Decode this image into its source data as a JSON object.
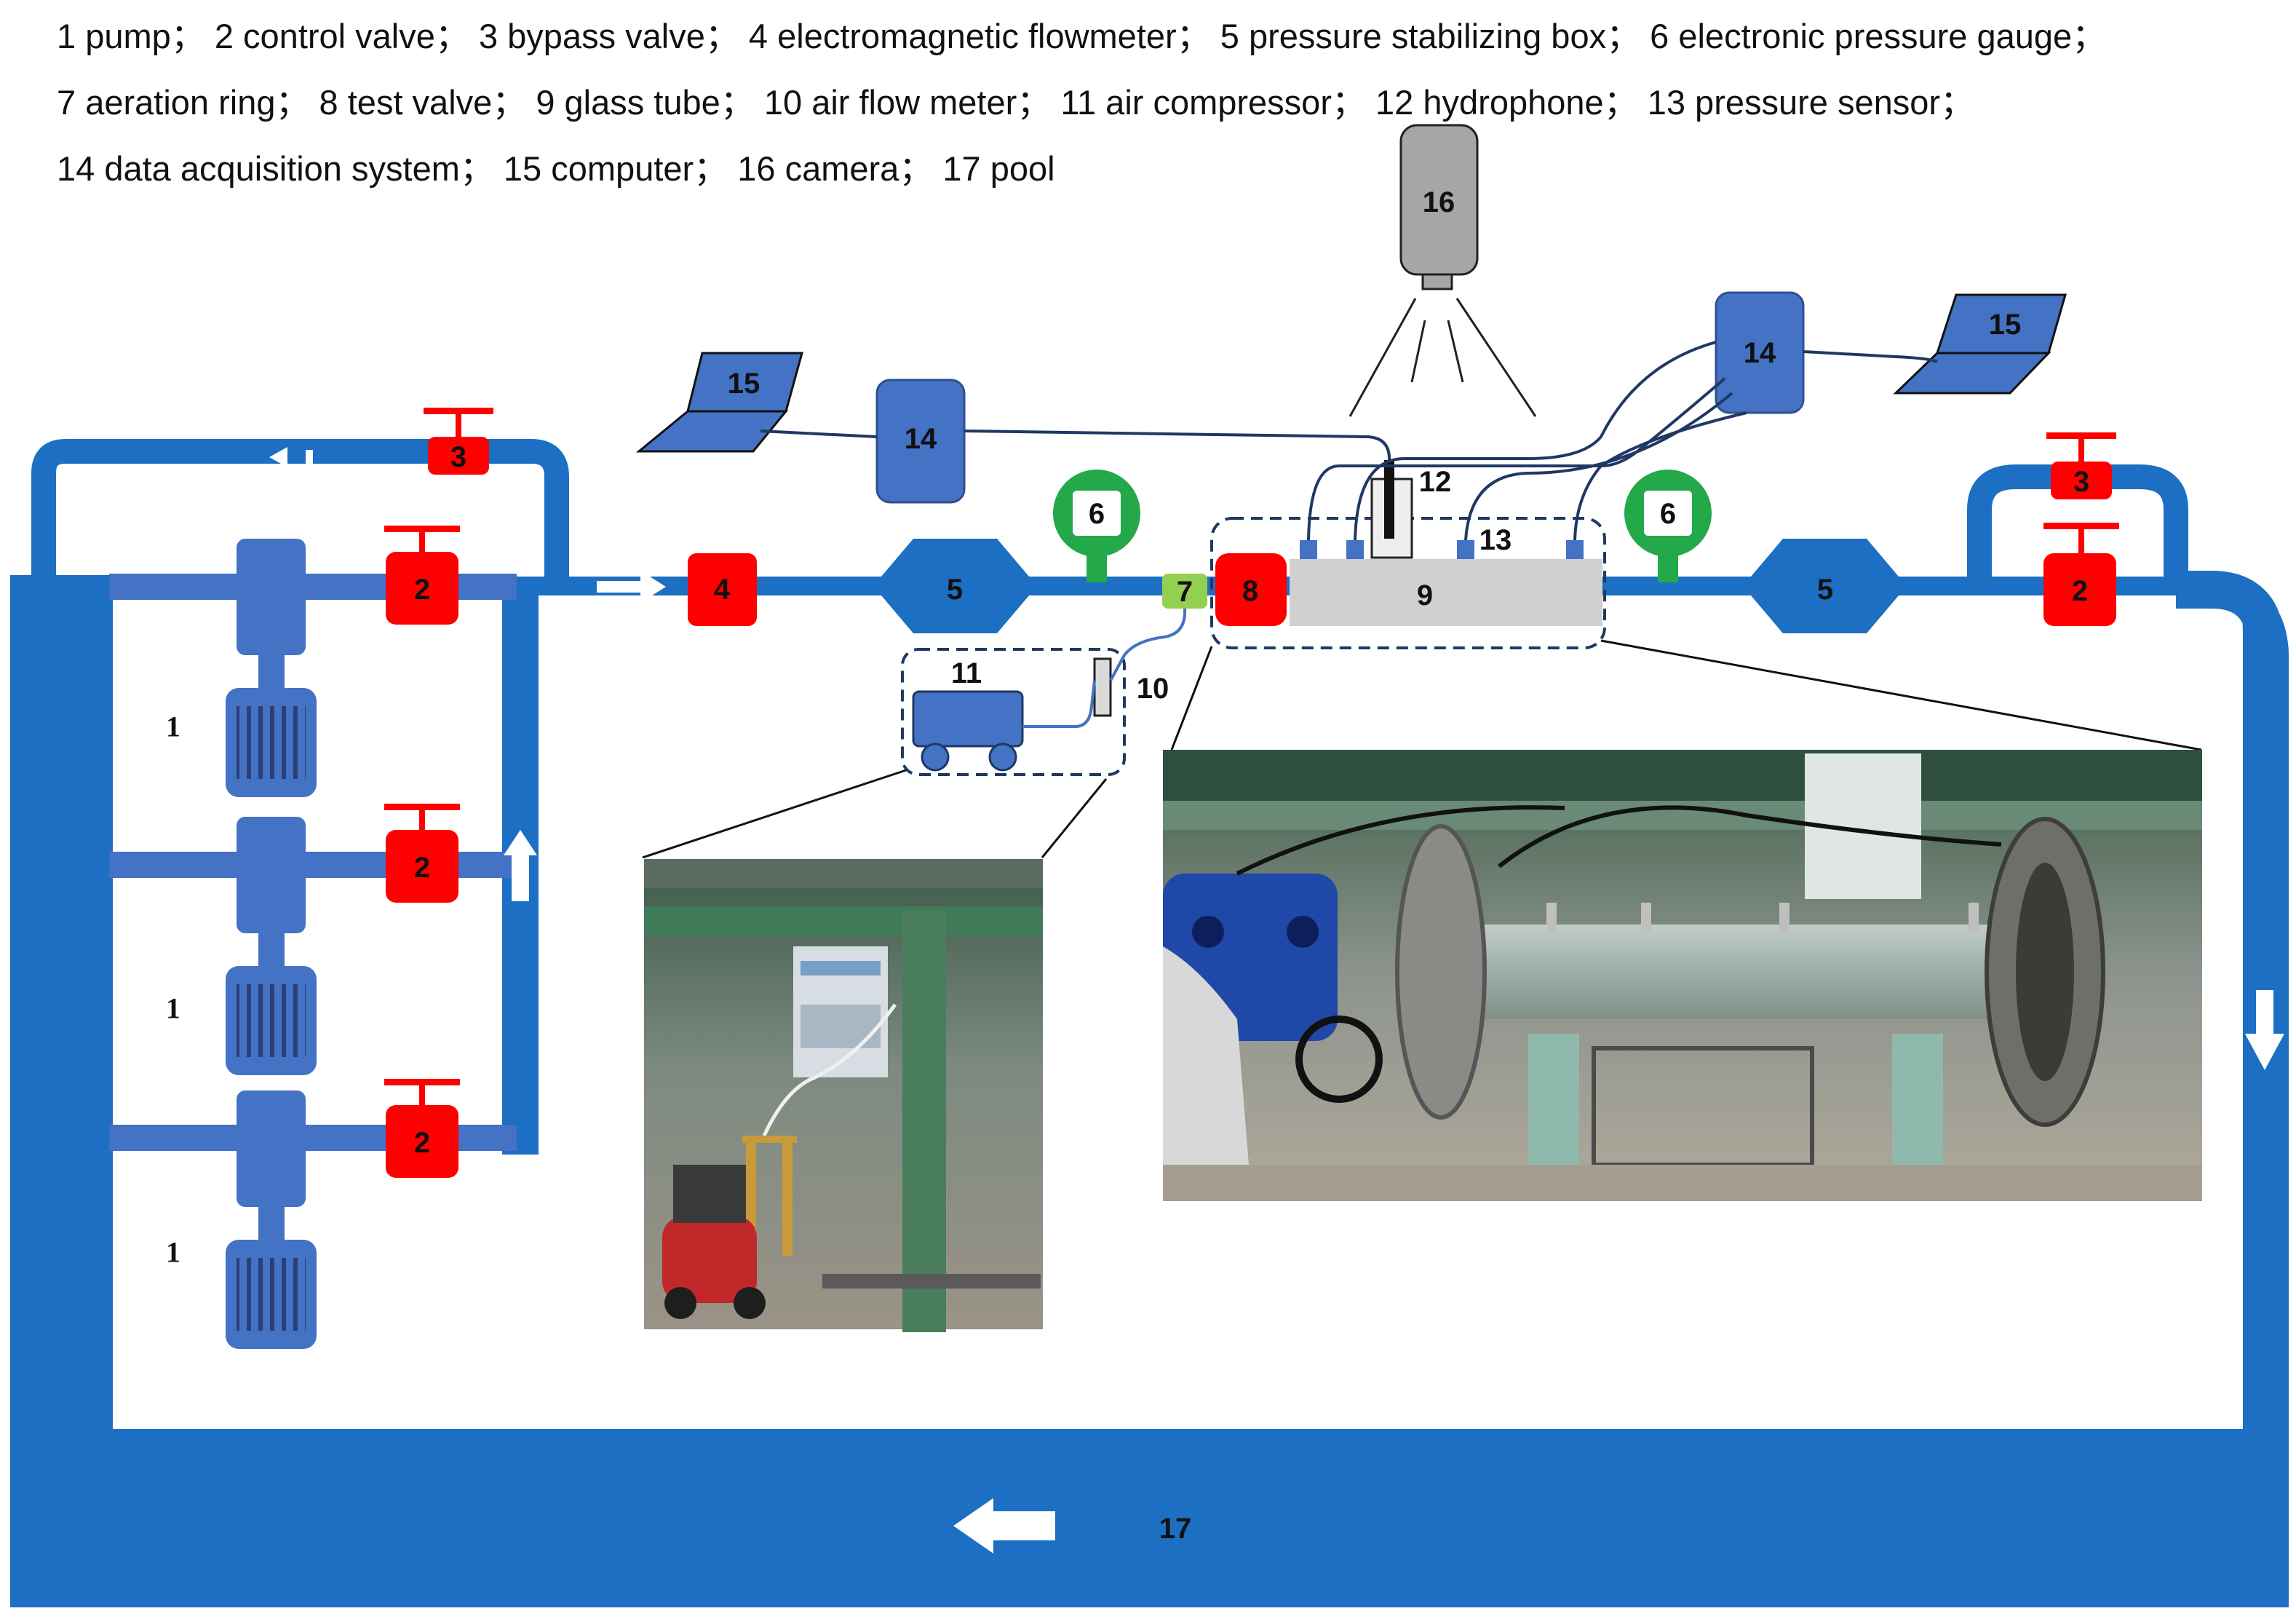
{
  "legend": {
    "items": [
      "1 pump；",
      "2 control valve；",
      "3 bypass valve；",
      "4 electromagnetic flowmeter；",
      "5 pressure stabilizing box；",
      "6 electronic pressure gauge；",
      "7 aeration ring；",
      "8 test valve；",
      "9 glass tube；",
      "10 air flow meter；",
      "11 air compressor；",
      "12 hydrophone；",
      "13 pressure sensor；",
      "14 data acquisition system；",
      "15 computer；",
      "16 camera；",
      "17 pool"
    ]
  },
  "labels": {
    "pump": "1",
    "control_valve": "2",
    "bypass_valve": "3",
    "flowmeter": "4",
    "stabilizing_box": "5",
    "pressure_gauge": "6",
    "aeration_ring": "7",
    "test_valve": "8",
    "glass_tube": "9",
    "air_flow_meter": "10",
    "air_compressor": "11",
    "hydrophone": "12",
    "pressure_sensor": "13",
    "data_acquisition": "14",
    "computer": "15",
    "camera": "16",
    "pool": "17"
  },
  "colors": {
    "pipe": "#1c6fc2",
    "pump": "#4472c4",
    "valve": "#ff0000",
    "gauge": "#23a94a",
    "aeration": "#92d050",
    "glass": "#d0d0d0",
    "camera": "#a6a6a6",
    "cable": "#1f3864"
  }
}
